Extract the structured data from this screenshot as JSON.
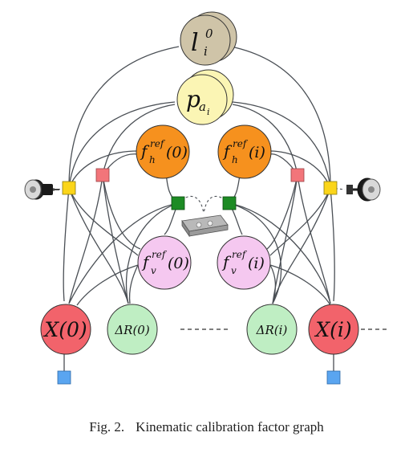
{
  "nodes": {
    "l_main": "l",
    "l_sup": "0",
    "l_sub": "i",
    "p_main": "p",
    "p_sub": "a",
    "p_subsub": "i",
    "fh0_main": "f",
    "fh0_sup": "ref",
    "fh0_sub": "h",
    "fh0_arg": "(0)",
    "fhi_main": "f",
    "fhi_sup": "ref",
    "fhi_sub": "h",
    "fhi_arg": "(i)",
    "fv0_main": "f",
    "fv0_sup": "ref",
    "fv0_sub": "v",
    "fv0_arg": "(0)",
    "fvi_main": "f",
    "fvi_sup": "ref",
    "fvi_sub": "v",
    "fvi_arg": "(i)",
    "x0": "X(0)",
    "xi": "X(i)",
    "dr0": "ΔR(0)",
    "dri": "ΔR(i)"
  },
  "caption": {
    "label": "Fig. 2.",
    "text": "Kinematic calibration factor graph"
  },
  "colors": {
    "l_node": "#cfc4a8",
    "p_node": "#fbf5b4",
    "fh_node": "#f6911e",
    "fv_node": "#f5c8f0",
    "x_node": "#f2636b",
    "dr_node": "#bfeec3",
    "factor_yellow": "#fbd51a",
    "factor_red": "#f2757a",
    "factor_green": "#1d8b24",
    "factor_blue": "#5aa5f0",
    "edge": "#4a4f55"
  },
  "icons": [
    "encoder-left-icon",
    "encoder-right-icon",
    "load-cell-icon"
  ]
}
